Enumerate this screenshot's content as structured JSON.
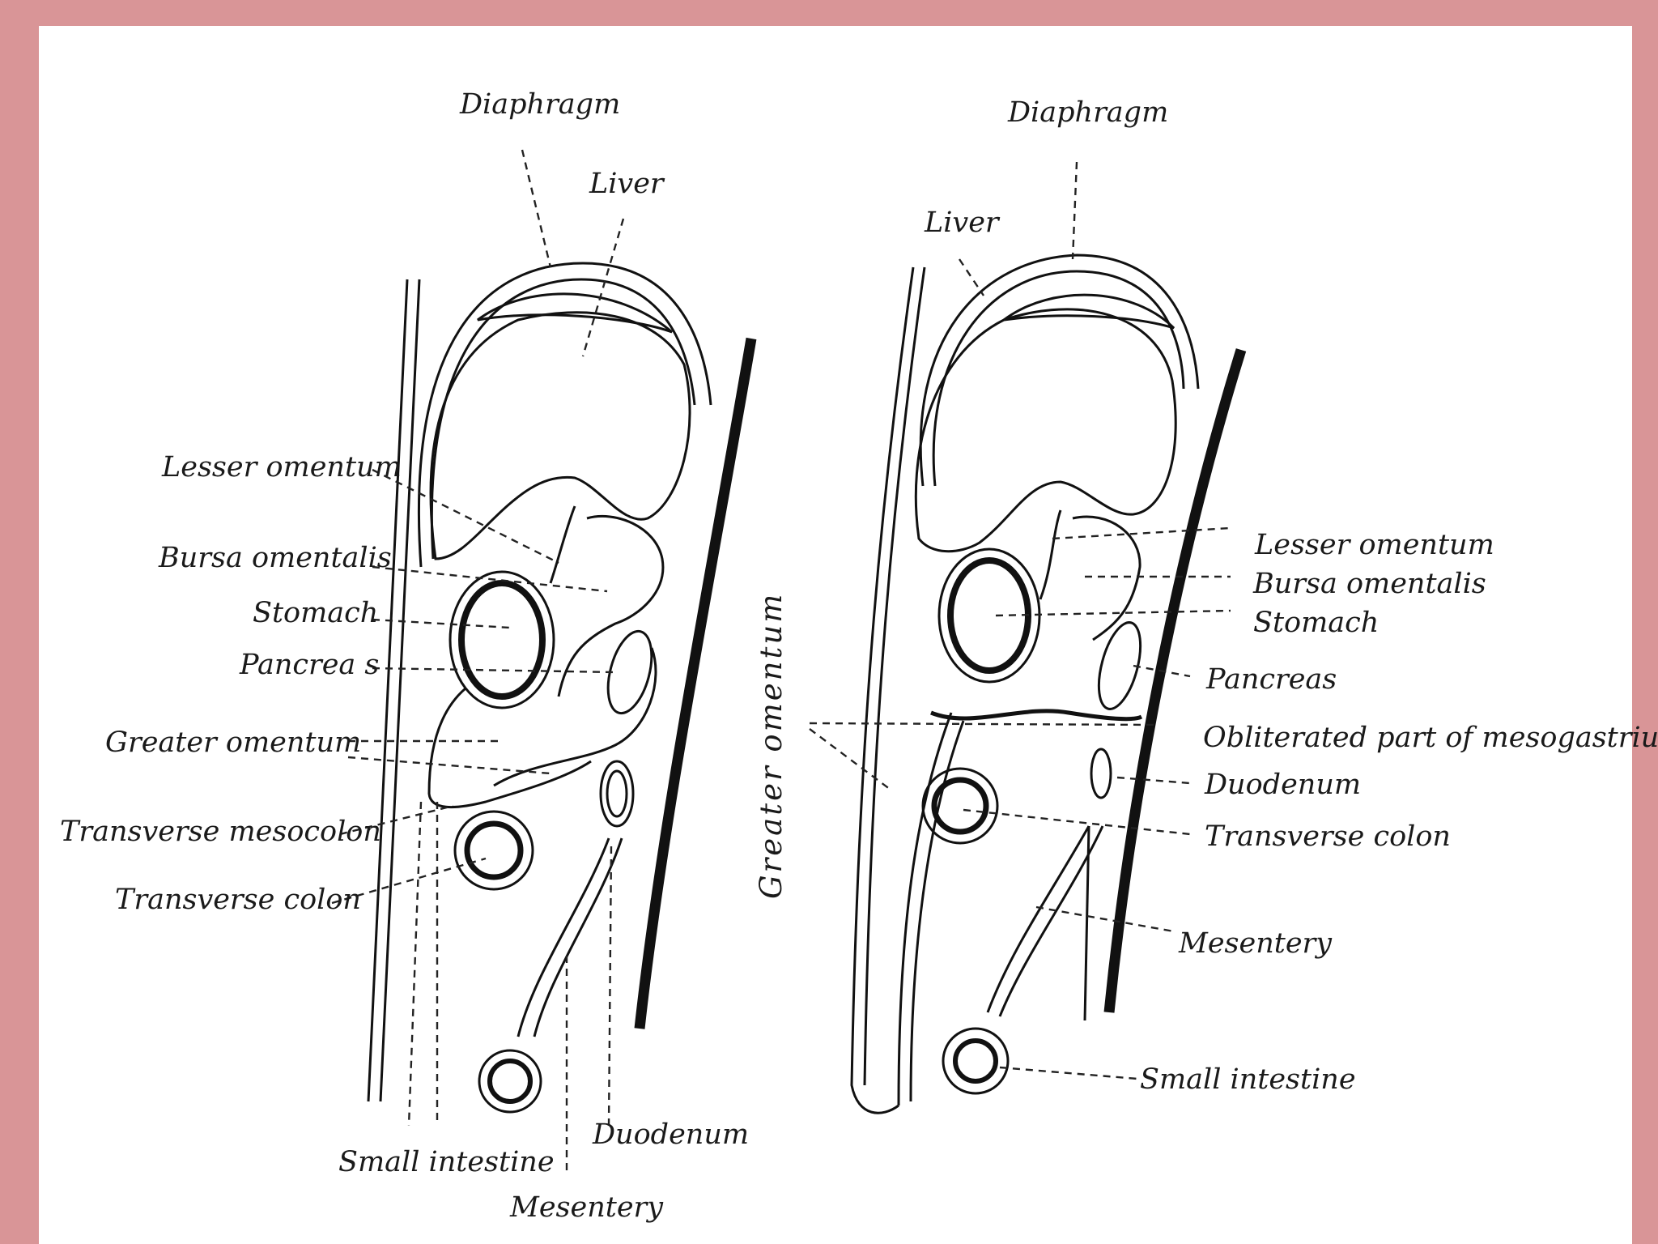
{
  "frame": {
    "border_color": "#d99597",
    "background": "#ffffff"
  },
  "left_figure": {
    "diaphragm": "Diaphragm",
    "liver": "Liver",
    "lesser_omentum": "Lesser omentum",
    "bursa_omentalis": "Bursa omentalis",
    "stomach": "Stomach",
    "pancreas": "Pancrea s",
    "greater_omentum": "Greater omentum",
    "transverse_mesocolon": "Transverse mesocolon",
    "transverse_colon": "Transverse colon",
    "small_intestine": "Small intestine",
    "duodenum": "Duodenum",
    "mesentery": "Mesentery"
  },
  "center_label": {
    "greater_omentum": "Greater omentum"
  },
  "right_figure": {
    "diaphragm": "Diaphragm",
    "liver": "Liver",
    "lesser_omentum": "Lesser omentum",
    "bursa_omentalis": "Bursa omentalis",
    "stomach": "Stomach",
    "pancreas": "Pancreas",
    "obliterated_mesogastrium": "Obliterated part of mesogastrium",
    "duodenum": "Duodenum",
    "transverse_colon": "Transverse colon",
    "mesentery": "Mesentery",
    "small_intestine": "Small intestine"
  }
}
